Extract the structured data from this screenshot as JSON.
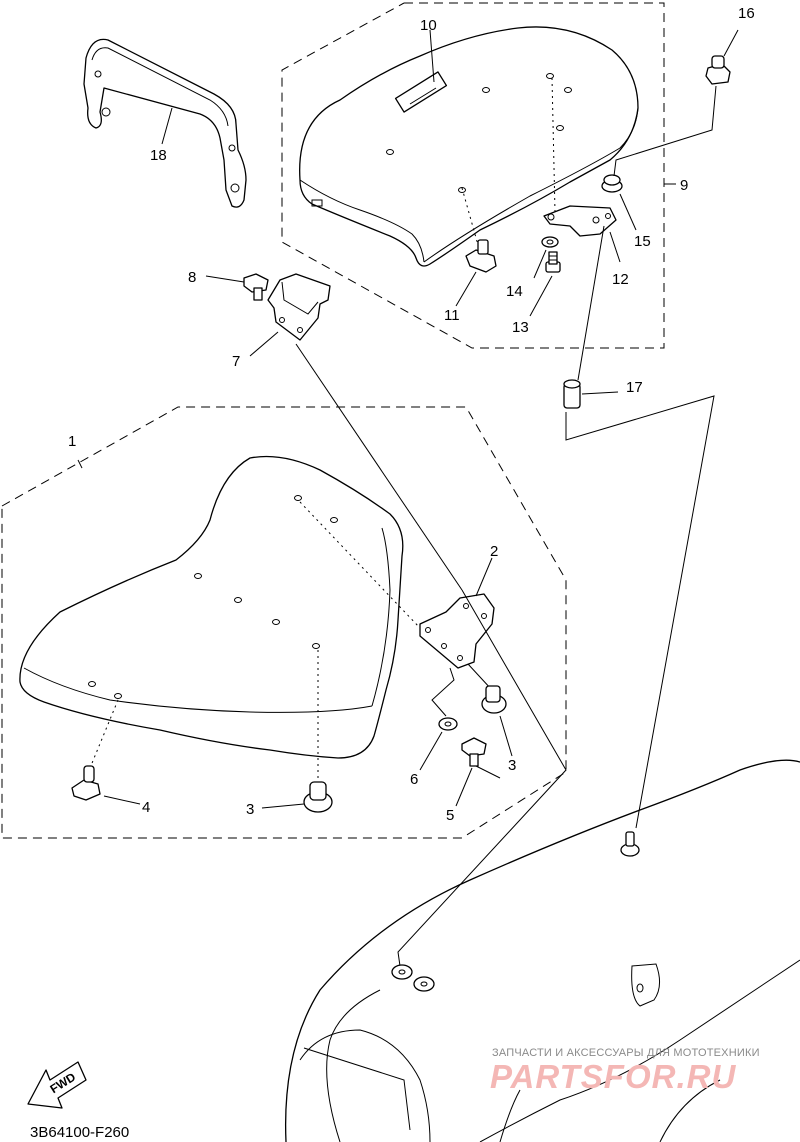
{
  "diagram_code": "3B64100-F260",
  "fwd_label": "FWD",
  "watermark": {
    "subtitle": "ЗАПЧАСТИ И АКСЕССУАРЫ ДЛЯ МОТОТЕХНИКИ",
    "logo_text": "PARTSFOR.RU"
  },
  "callouts": [
    "1",
    "2",
    "3",
    "3",
    "3",
    "4",
    "5",
    "6",
    "7",
    "8",
    "9",
    "10",
    "11",
    "12",
    "13",
    "14",
    "15",
    "16",
    "17",
    "18"
  ]
}
